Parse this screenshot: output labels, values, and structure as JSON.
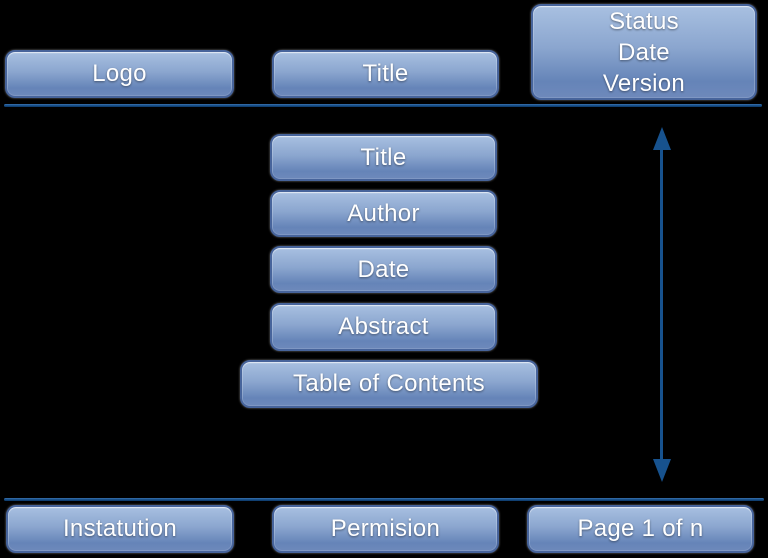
{
  "colors": {
    "bg": "#000000",
    "box-top": "#a8c0e1",
    "box-mid": "#8ba6cf",
    "box-bottom": "#6584b8",
    "box-border": "#47649b",
    "line": "#17528e",
    "line-top": "#3e73ad",
    "line-dark": "#0d3765",
    "text": "#ffffff"
  },
  "header": {
    "logo": "Logo",
    "title": "Title",
    "status_lines": [
      "Status",
      "Date",
      "Version"
    ]
  },
  "body": {
    "title": "Title",
    "author": "Author",
    "date": "Date",
    "abstract": "Abstract",
    "toc": "Table of Contents"
  },
  "footer": {
    "institution": "Instatution",
    "permission": "Permision",
    "page": "Page 1 of n"
  }
}
